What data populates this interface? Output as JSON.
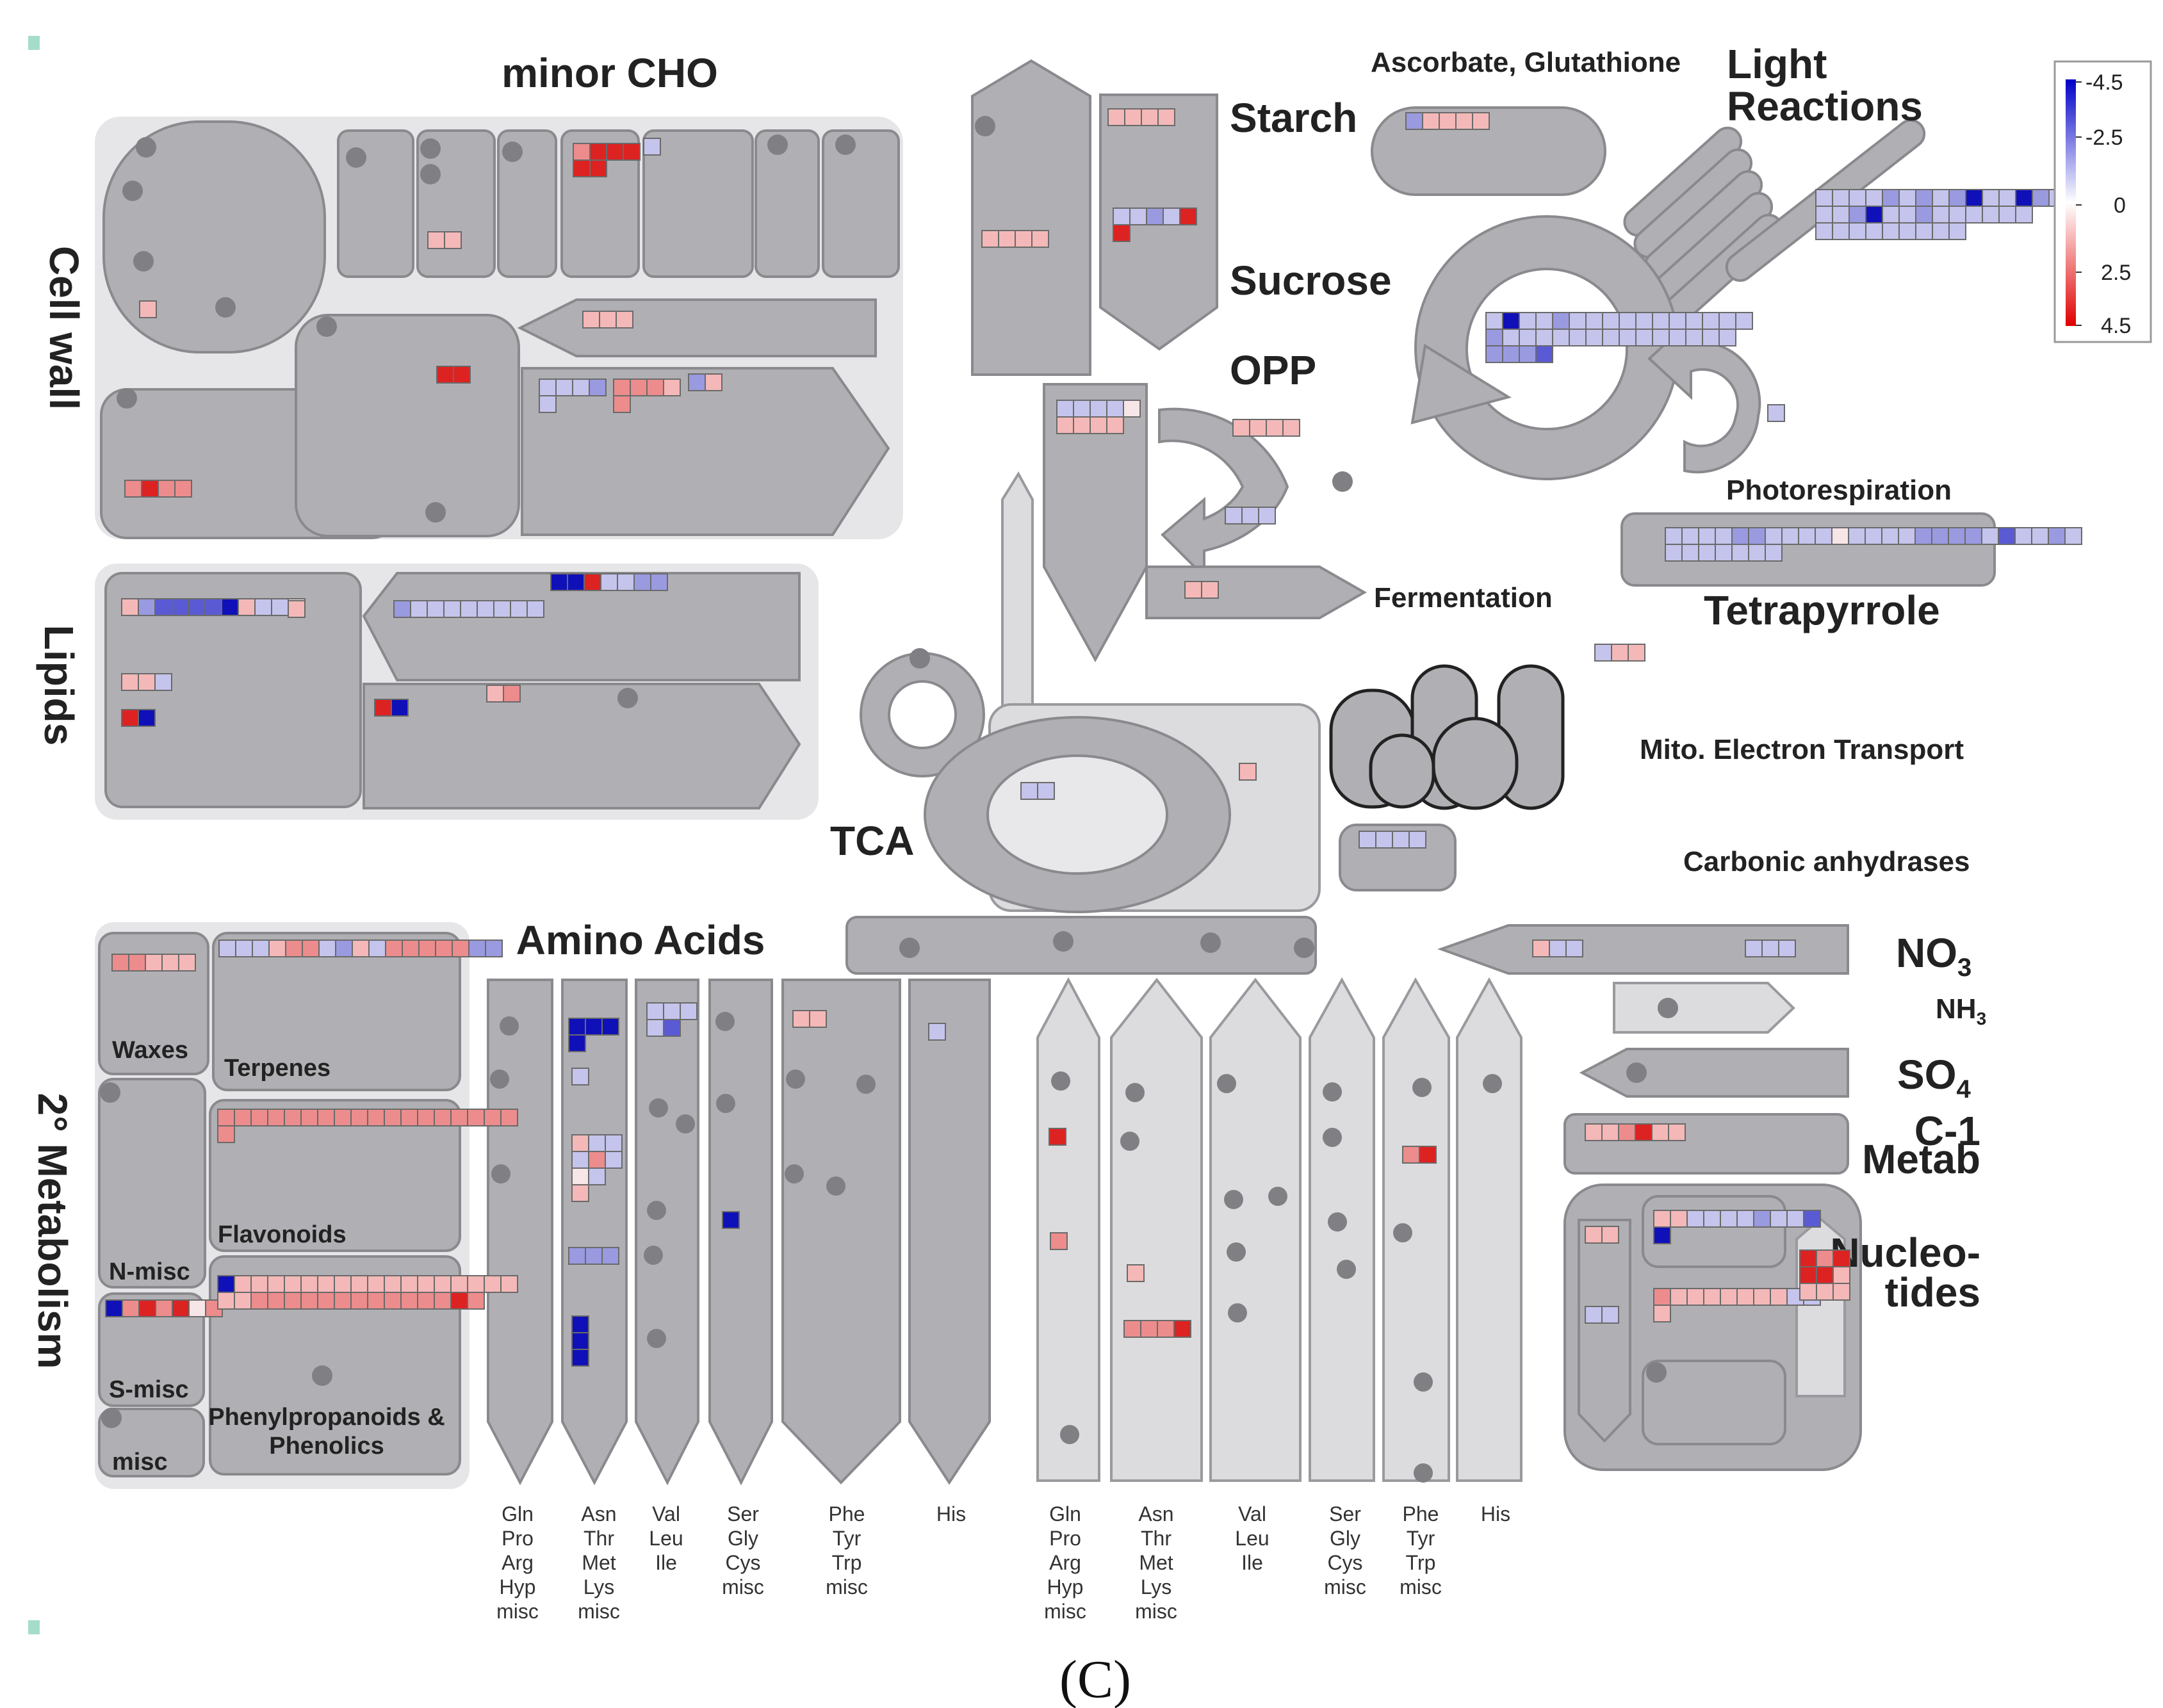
{
  "labels": {
    "minor_cho": "minor CHO",
    "cell_wall": "Cell wall",
    "lipids": "Lipids",
    "secondary_metabolism": "2° Metabolism",
    "starch": "Starch",
    "sucrose": "Sucrose",
    "opp": "OPP",
    "fermentation": "Fermentation",
    "tca": "TCA",
    "ascorbate": "Ascorbate, Glutathione",
    "light_reactions_1": "Light",
    "light_reactions_2": "Reactions",
    "photorespiration": "Photorespiration",
    "tetrapyrrole": "Tetrapyrrole",
    "mito": "Mito. Electron Transport",
    "carbonic": "Carbonic anhydrases",
    "amino_acids": "Amino Acids",
    "no3": "NO",
    "no3_sub": "3",
    "nh3": "NH",
    "nh3_sub": "3",
    "so4": "SO",
    "so4_sub": "4",
    "c1_1": "C-1",
    "c1_2": "Metab",
    "nucleo_1": "Nucleo-",
    "nucleo_2": "tides",
    "waxes": "Waxes",
    "terpenes": "Terpenes",
    "flavonoids": "Flavonoids",
    "n_misc": "N-misc",
    "s_misc": "S-misc",
    "misc": "misc",
    "phenyl_1": "Phenylpropanoids &",
    "phenyl_2": "Phenolics",
    "caption": "(C)"
  },
  "amino_acid_columns_left": [
    [
      "Gln",
      "Pro",
      "Arg",
      "Hyp",
      "misc"
    ],
    [
      "Asn",
      "Thr",
      "Met",
      "Lys",
      "misc"
    ],
    [
      "Val",
      "Leu",
      "Ile"
    ],
    [
      "Ser",
      "Gly",
      "Cys",
      "misc"
    ],
    [
      "Phe",
      "Tyr",
      "Trp",
      "misc"
    ],
    [
      "His"
    ]
  ],
  "amino_acid_columns_right": [
    [
      "Gln",
      "Pro",
      "Arg",
      "Hyp",
      "misc"
    ],
    [
      "Asn",
      "Thr",
      "Met",
      "Lys",
      "misc"
    ],
    [
      "Val",
      "Leu",
      "Ile"
    ],
    [
      "Ser",
      "Gly",
      "Cys",
      "misc"
    ],
    [
      "Phe",
      "Tyr",
      "Trp",
      "misc"
    ],
    [
      "His"
    ]
  ],
  "legend": {
    "ticks": [
      "-4.5",
      "-2.5",
      "0",
      "2.5",
      "4.5"
    ],
    "colors": {
      "low": "#0000c8",
      "mid": "#ffffff",
      "high": "#e00000"
    }
  }
}
